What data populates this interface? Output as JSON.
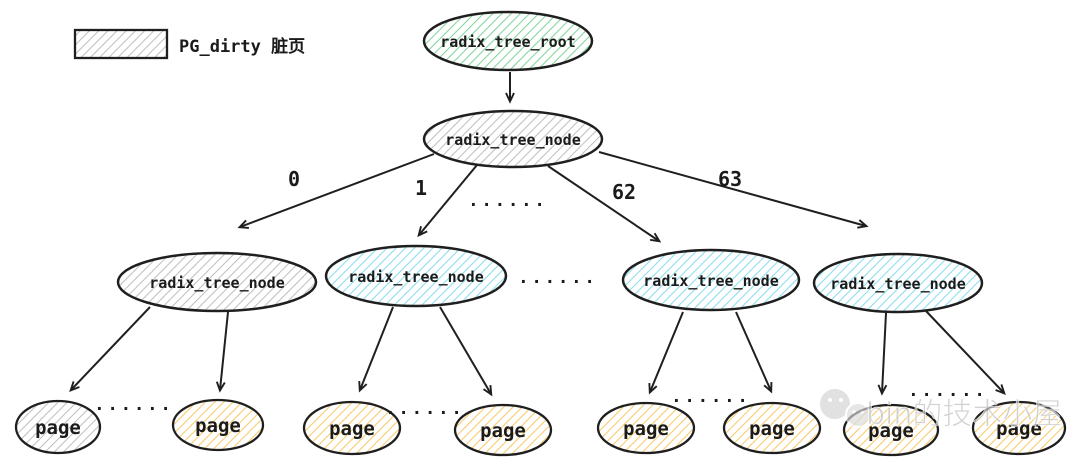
{
  "legend": {
    "label": "PG_dirty 脏页"
  },
  "nodes": {
    "root": {
      "label": "radix_tree_root",
      "color": "green"
    },
    "level1": {
      "label": "radix_tree_node",
      "color": "gray"
    },
    "level2": [
      {
        "label": "radix_tree_node",
        "color": "gray"
      },
      {
        "label": "radix_tree_node",
        "color": "cyan"
      },
      {
        "label": "radix_tree_node",
        "color": "cyan"
      },
      {
        "label": "radix_tree_node",
        "color": "cyan"
      }
    ],
    "pages": [
      {
        "label": "page",
        "color": "gray"
      },
      {
        "label": "page",
        "color": "yellow"
      },
      {
        "label": "page",
        "color": "yellow"
      },
      {
        "label": "page",
        "color": "yellow"
      },
      {
        "label": "page",
        "color": "yellow"
      },
      {
        "label": "page",
        "color": "yellow"
      },
      {
        "label": "page",
        "color": "yellow"
      },
      {
        "label": "page",
        "color": "yellow"
      }
    ]
  },
  "edge_labels": [
    "0",
    "1",
    "62",
    "63"
  ],
  "ellipsis": "......",
  "colors": {
    "green_hatch": "#84d49a",
    "gray_hatch": "#c0c0c0",
    "cyan_hatch": "#8adced",
    "yellow_hatch": "#f7ca6b",
    "stroke": "#1f1f1f",
    "watermark": "#c3c3c3"
  },
  "watermark": {
    "text": "bin的技术小屋",
    "icon": "wechat-icon"
  }
}
